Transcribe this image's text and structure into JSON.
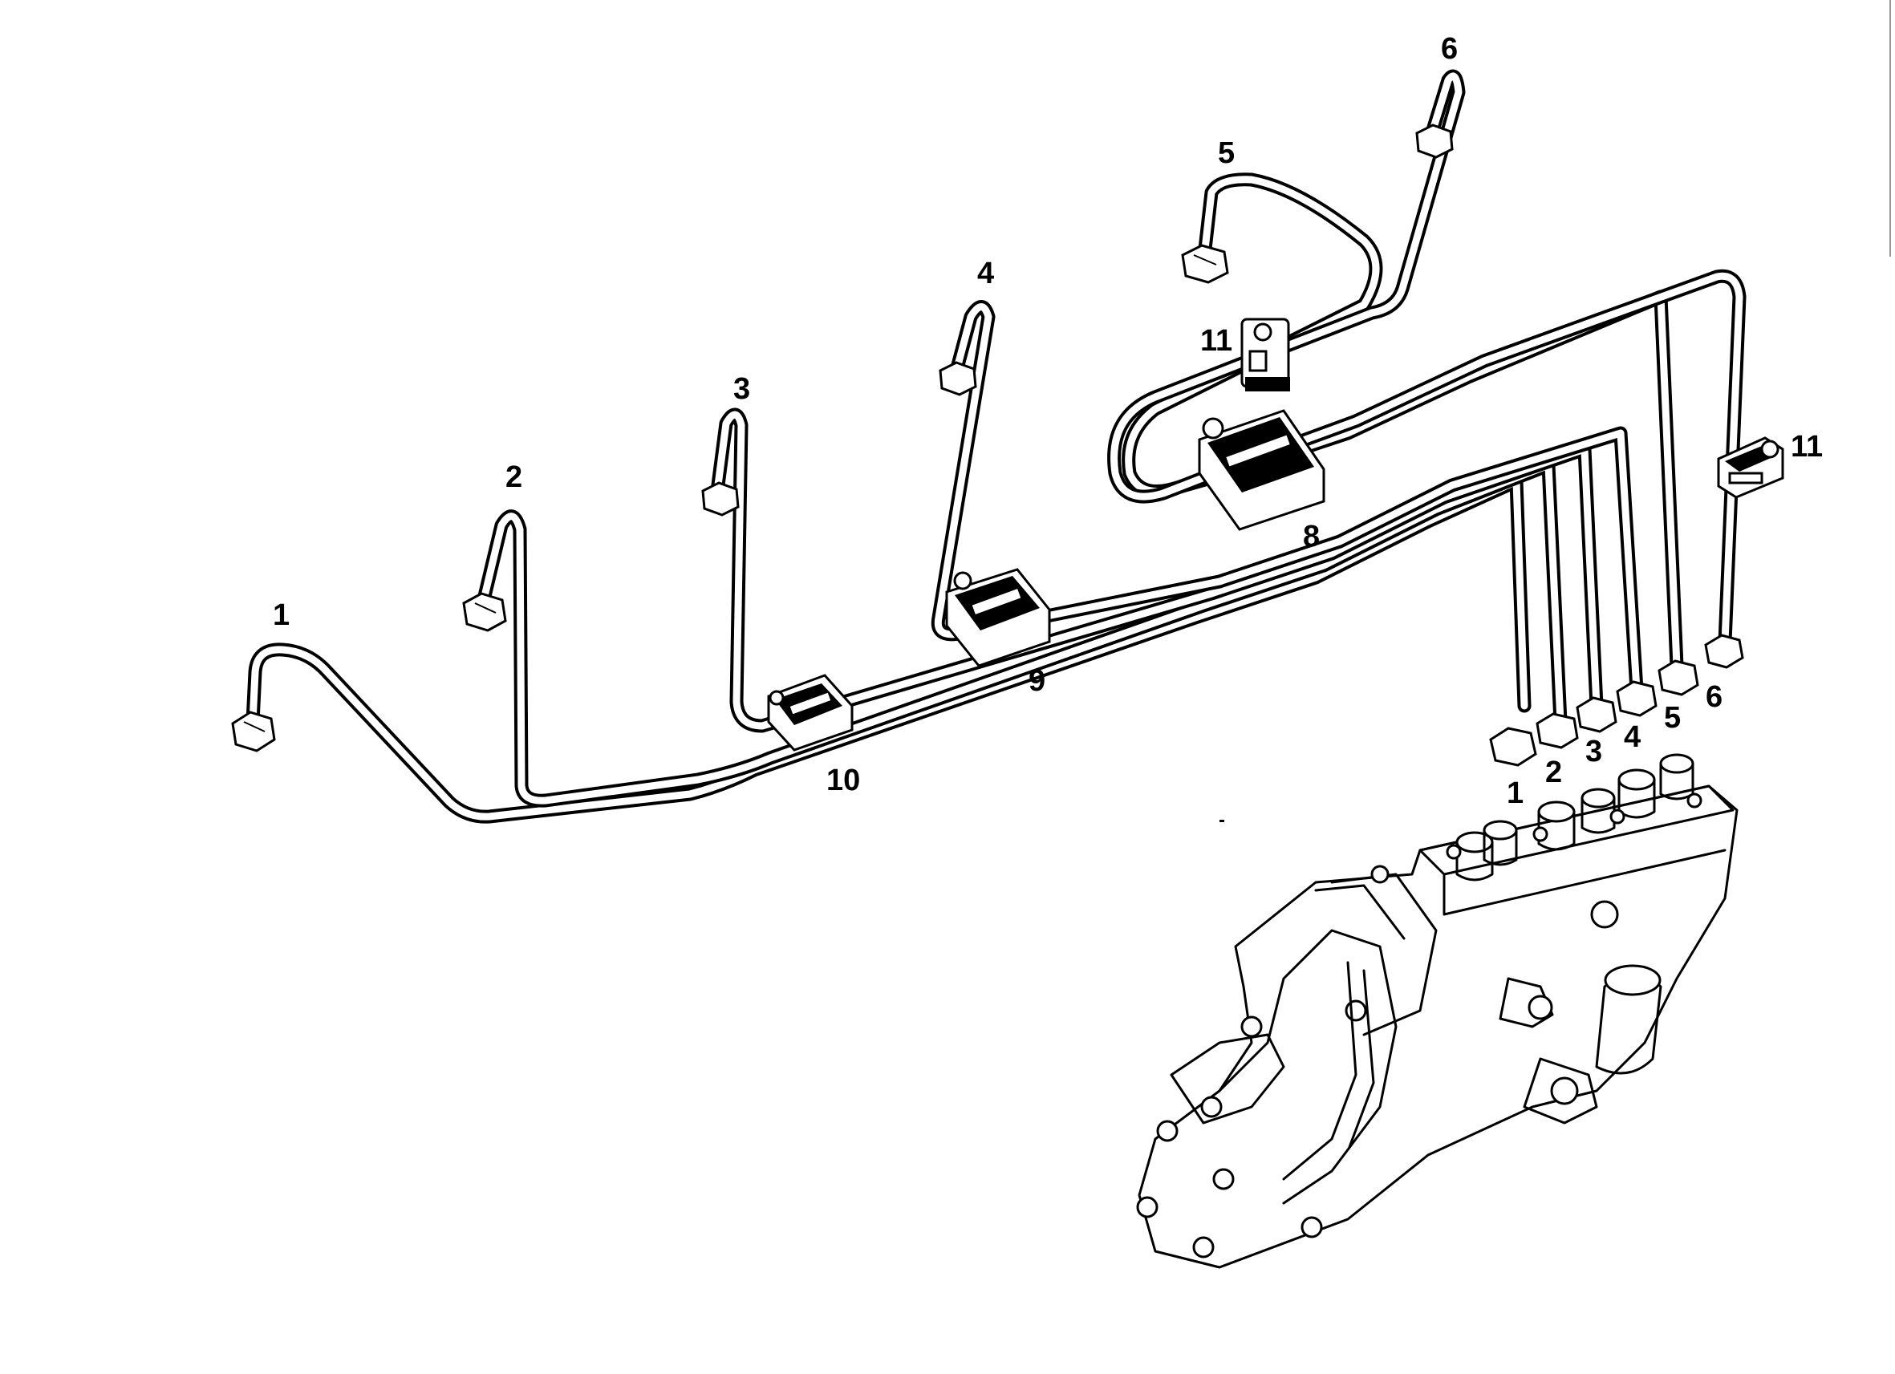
{
  "callouts": {
    "pipe_1": "1",
    "pipe_2": "2",
    "pipe_3": "3",
    "pipe_4": "4",
    "pipe_5": "5",
    "pipe_6": "6",
    "bracket_11_top": "11",
    "bracket_11_right": "11",
    "clamp_8": "8",
    "clamp_9": "9",
    "clamp_10": "10",
    "outlet_1": "1",
    "outlet_2": "2",
    "outlet_3": "3",
    "outlet_4": "4",
    "outlet_5": "5",
    "outlet_6": "6"
  }
}
